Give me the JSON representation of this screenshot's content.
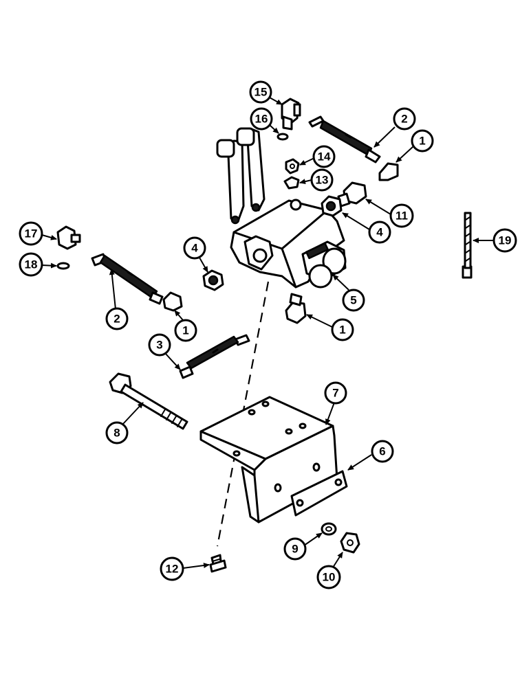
{
  "callouts": [
    {
      "id": "c15",
      "label": "15"
    },
    {
      "id": "c16",
      "label": "16"
    },
    {
      "id": "c2a",
      "label": "2"
    },
    {
      "id": "c1a",
      "label": "1"
    },
    {
      "id": "c14",
      "label": "14"
    },
    {
      "id": "c13",
      "label": "13"
    },
    {
      "id": "c11",
      "label": "11"
    },
    {
      "id": "c4a",
      "label": "4"
    },
    {
      "id": "c19",
      "label": "19"
    },
    {
      "id": "c17",
      "label": "17"
    },
    {
      "id": "c18",
      "label": "18"
    },
    {
      "id": "c4b",
      "label": "4"
    },
    {
      "id": "c5",
      "label": "5"
    },
    {
      "id": "c2b",
      "label": "2"
    },
    {
      "id": "c1b",
      "label": "1"
    },
    {
      "id": "c1c",
      "label": "1"
    },
    {
      "id": "c3",
      "label": "3"
    },
    {
      "id": "c7",
      "label": "7"
    },
    {
      "id": "c8",
      "label": "8"
    },
    {
      "id": "c6",
      "label": "6"
    },
    {
      "id": "c9",
      "label": "9"
    },
    {
      "id": "c10",
      "label": "10"
    },
    {
      "id": "c12",
      "label": "12"
    }
  ]
}
